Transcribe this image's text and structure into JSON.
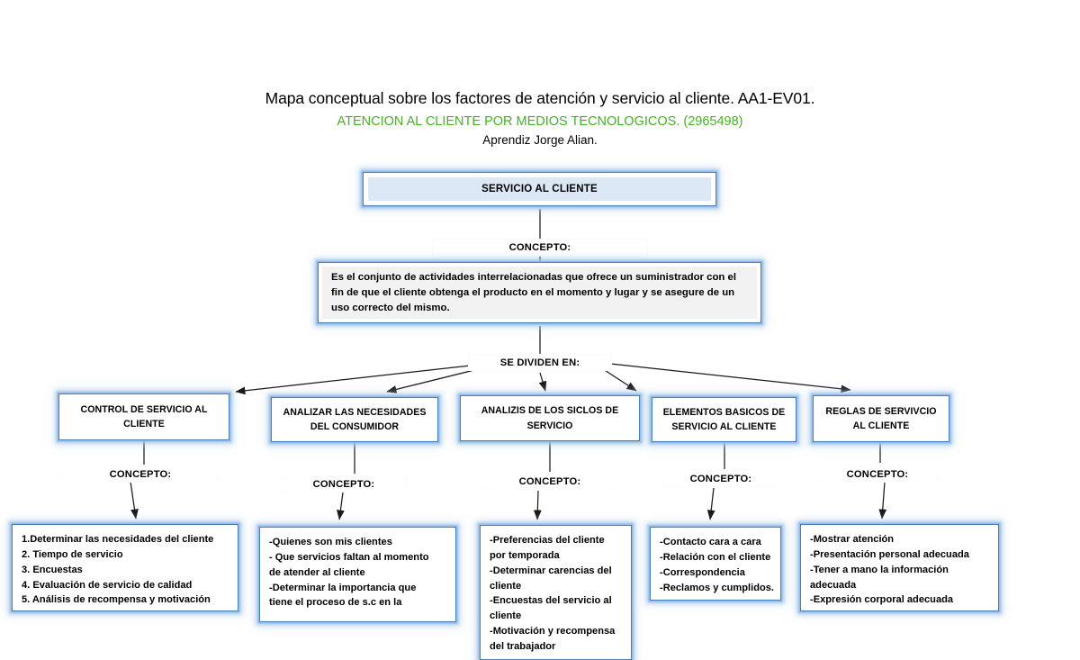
{
  "document": {
    "title": "Mapa conceptual sobre los factores de atención y servicio al cliente. AA1-EV01.",
    "course": "ATENCION AL CLIENTE POR MEDIOS TECNOLOGICOS. (2965498)",
    "author": "Aprendiz Jorge Alian.",
    "accent_green": "#46b023",
    "accent_blue": "#4a7ebc",
    "glow_blue": "#9dc2e7",
    "root_fill": "#dde8f6",
    "definition_fill": "#f2f2f2"
  },
  "root_node": {
    "label": "SERVICIO AL CLIENTE"
  },
  "connectors": {
    "concepto": "CONCEPTO:",
    "se_dividen_en": "SE DIVIDEN EN:"
  },
  "definition": {
    "text": "Es el conjunto de actividades interrelacionadas que ofrece un suministrador con el fin de que el cliente obtenga el producto en el momento y lugar y se asegure de un uso correcto del mismo."
  },
  "branches": [
    {
      "id": "control-de-servicio-al-cliente",
      "title_lines": [
        "CONTROL DE SERVICIO AL",
        "CLIENTE"
      ],
      "concept_label": "CONCEPTO:",
      "items": [
        "1.Determinar las necesidades del cliente",
        "2. Tiempo de servicio",
        "3. Encuestas",
        "4. Evaluación de servicio de calidad",
        "5. Análisis de recompensa y motivación"
      ]
    },
    {
      "id": "analizar-las-necesidades-del-consumidor",
      "title_lines": [
        "ANALIZAR LAS NECESIDADES",
        "DEL CONSUMIDOR"
      ],
      "concept_label": "CONCEPTO:",
      "items": [
        "-Quienes son mis clientes",
        "- Que servicios faltan al momento",
        "de atender al cliente",
        "-Determinar la importancia que",
        "tiene el proceso de s.c en la"
      ]
    },
    {
      "id": "analizis-de-los-siclos-de-servicio",
      "title_lines": [
        "ANALIZIS DE LOS SICLOS DE",
        "SERVICIO"
      ],
      "concept_label": "CONCEPTO:",
      "items": [
        "-Preferencias del cliente",
        "por temporada",
        "-Determinar carencias del",
        "cliente",
        "-Encuestas del servicio al",
        "cliente",
        "-Motivación y recompensa",
        "del trabajador"
      ]
    },
    {
      "id": "elementos-basicos-de-servicio-al-cliente",
      "title_lines": [
        "ELEMENTOS BASICOS DE",
        "SERVICIO AL CLIENTE"
      ],
      "concept_label": "CONCEPTO:",
      "items": [
        "-Contacto cara a cara",
        "-Relación con el cliente",
        "-Correspondencia",
        "-Reclamos y cumplidos."
      ]
    },
    {
      "id": "reglas-de-servivcio-al-cliente",
      "title_lines": [
        "REGLAS DE SERVIVCIO",
        "AL CLIENTE"
      ],
      "concept_label": "CONCEPTO:",
      "items": [
        "-Mostrar atención",
        "-Presentación personal adecuada",
        "-Tener a mano la información",
        "adecuada",
        "-Expresión corporal adecuada"
      ]
    }
  ]
}
